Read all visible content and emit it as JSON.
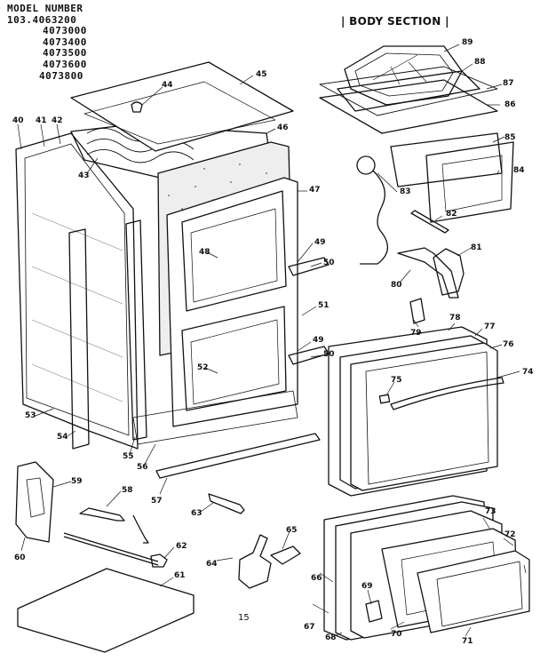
{
  "header": {
    "model_label": "MODEL NUMBER",
    "model_numbers": [
      "103.4063200",
      "4073000",
      "4073400",
      "4073500",
      "4073600",
      "4073800"
    ]
  },
  "section_title": "BODY SECTION",
  "page_mark": "15",
  "callouts": [
    "40",
    "41",
    "42",
    "43",
    "44",
    "45",
    "46",
    "47",
    "48",
    "49",
    "50",
    "51",
    "49",
    "50",
    "52",
    "53",
    "54",
    "55",
    "56",
    "57",
    "58",
    "59",
    "60",
    "61",
    "62",
    "63",
    "64",
    "65",
    "66",
    "67",
    "68",
    "69",
    "70",
    "71",
    "72",
    "73",
    "74",
    "75",
    "76",
    "77",
    "78",
    "79",
    "80",
    "81",
    "82",
    "83",
    "84",
    "85",
    "86",
    "87",
    "88",
    "89"
  ],
  "colors": {
    "ink": "#111111",
    "paper": "#ffffff"
  }
}
